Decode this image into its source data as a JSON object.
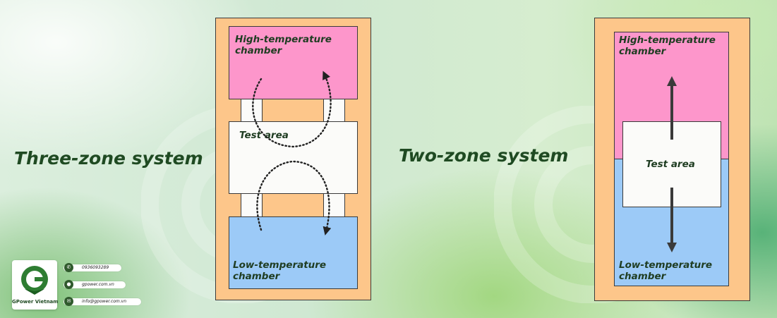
{
  "left_diagram": {
    "title": "Three-zone system",
    "high_label": "High-temperature\nchamber",
    "test_label": "Test area",
    "low_label": "Low-temperature\nchamber"
  },
  "right_diagram": {
    "title": "Two-zone system",
    "high_label": "High-temperature\nchamber",
    "test_label": "Test area",
    "low_label": "Low-temperature\nchamber"
  },
  "colors": {
    "frame": "#fdc68a",
    "high_chamber": "#fd96cb",
    "low_chamber": "#9ccaf7",
    "test_area": "#fbfbf9",
    "title_text": "#1f4a22"
  },
  "branding": {
    "company": "GPower Vietnam",
    "phone": "0936093289",
    "website": "gpower.com.vn",
    "email": "info@gpower.com.vn",
    "icons": [
      "phone-icon",
      "globe-icon",
      "mail-icon"
    ]
  }
}
